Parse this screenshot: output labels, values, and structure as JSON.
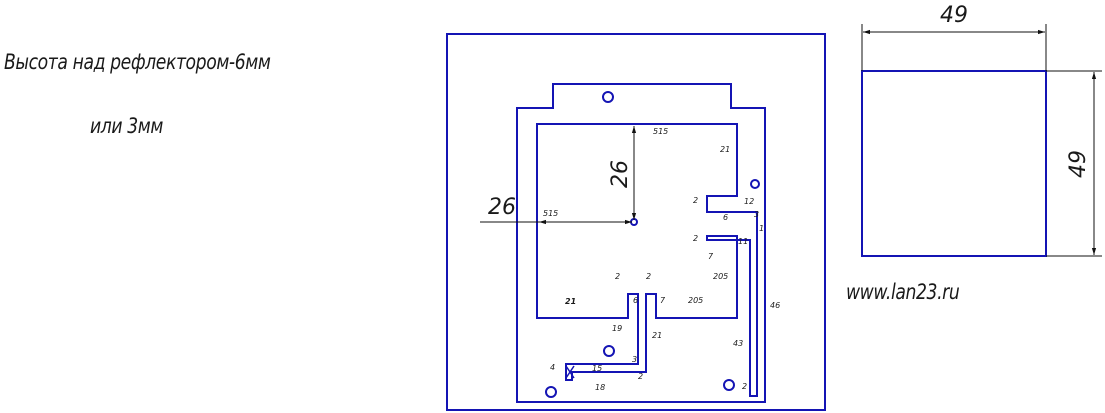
{
  "notes": {
    "height_line1": "Высота над рефлектором-6мм",
    "height_line2": "или 3мм",
    "website": "www.lan23.ru"
  },
  "square": {
    "width_label": "49",
    "height_label": "49"
  },
  "board": {
    "dim_vertical": "26",
    "dim_horizontal": "26",
    "labels": {
      "l515_top": "515",
      "l515_left": "515",
      "l21_a": "21",
      "l2_a": "2",
      "l12": "12",
      "l6_a": "6",
      "l3_a": "3",
      "l1": "1",
      "l2_b": "2",
      "l11": "11",
      "l7_a": "7",
      "l205_a": "205",
      "l2_c": "2",
      "l2_d": "2",
      "l21_bold": "21",
      "l6_b": "6",
      "l7_b": "7",
      "l205_b": "205",
      "l46": "46",
      "l19": "19",
      "l21_b": "21",
      "l43": "43",
      "l4": "4",
      "l15": "15",
      "l3_b": "3",
      "l18": "18",
      "l2_e": "2",
      "l2_f": "2"
    }
  },
  "colors": {
    "outline": "#1414b4",
    "dimension": "#111111"
  }
}
